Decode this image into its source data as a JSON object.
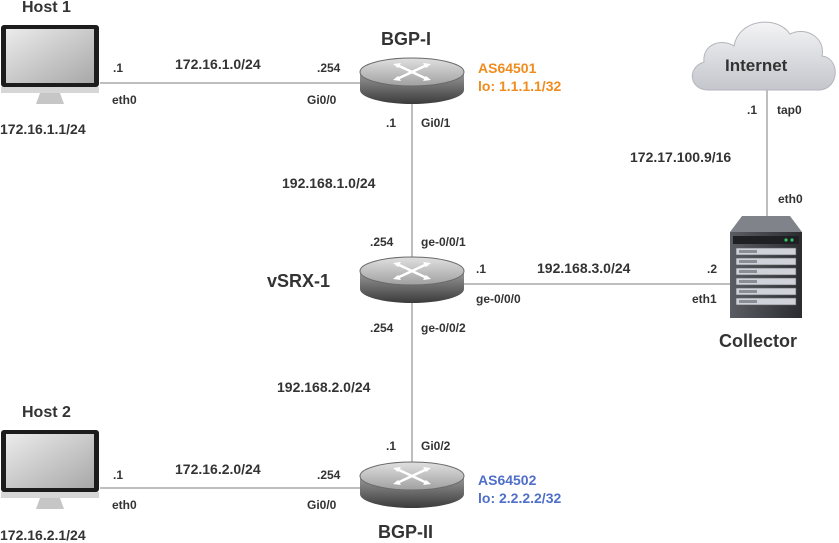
{
  "colors": {
    "link": "#a8a8a8",
    "text": "#333333",
    "as64501": "#f08c1e",
    "as64502": "#4f6fc8"
  },
  "nodes": {
    "host1": {
      "name": "Host 1",
      "ip": "172.16.1.1/24",
      "iface": "eth0",
      "icon": "monitor-icon"
    },
    "host2": {
      "name": "Host 2",
      "ip": "172.16.2.1/24",
      "iface": "eth0",
      "icon": "monitor-icon"
    },
    "bgp1": {
      "name": "BGP-I",
      "as": "AS64501",
      "loopback": "lo: 1.1.1.1/32",
      "icon": "router-icon"
    },
    "bgp2": {
      "name": "BGP-II",
      "as": "AS64502",
      "loopback": "lo: 2.2.2.2/32",
      "icon": "router-icon"
    },
    "vsrx": {
      "name": "vSRX-1",
      "icon": "router-icon"
    },
    "collector": {
      "name": "Collector",
      "icon": "server-icon"
    },
    "internet": {
      "name": "Internet",
      "icon": "cloud-icon"
    }
  },
  "links": {
    "host1_bgp1": {
      "subnet": "172.16.1.0/24",
      "host_side": ".1",
      "router_side": ".254",
      "router_iface": "Gi0/0"
    },
    "host2_bgp2": {
      "subnet": "172.16.2.0/24",
      "host_side": ".1",
      "router_side": ".254",
      "router_iface": "Gi0/0"
    },
    "bgp1_vsrx": {
      "subnet": "192.168.1.0/24",
      "bgp_side": ".1",
      "bgp_iface": "Gi0/1",
      "vsrx_side": ".254",
      "vsrx_iface": "ge-0/0/1"
    },
    "vsrx_bgp2": {
      "subnet": "192.168.2.0/24",
      "vsrx_side": ".254",
      "vsrx_iface": "ge-0/0/2",
      "bgp_side": ".1",
      "bgp_iface": "Gi0/2"
    },
    "vsrx_collector": {
      "subnet": "192.168.3.0/24",
      "vsrx_side": ".1",
      "vsrx_iface": "ge-0/0/0",
      "collector_side": ".2",
      "collector_iface": "eth1"
    },
    "collector_internet": {
      "subnet": "172.17.100.9/16",
      "internet_side": ".1",
      "internet_iface": "tap0",
      "collector_iface": "eth0"
    }
  }
}
